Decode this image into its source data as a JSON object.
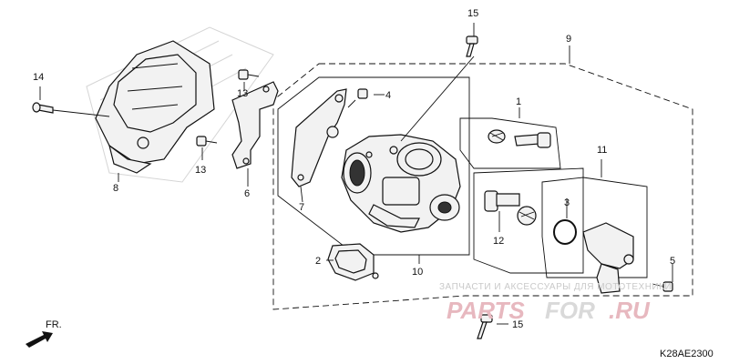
{
  "diagram": {
    "code": "K28AE2300",
    "direction": "FR.",
    "callouts": {
      "c1": "1",
      "c2": "2",
      "c3": "3",
      "c4": "4",
      "c5": "5",
      "c6": "6",
      "c7": "7",
      "c8": "8",
      "c9": "9",
      "c10": "10",
      "c11": "11",
      "c12": "12",
      "c13a": "13",
      "c13b": "13",
      "c14": "14",
      "c15a": "15",
      "c15b": "15"
    }
  },
  "watermark": {
    "caption": "ЗАПЧАСТИ И АКСЕССУАРЫ ДЛЯ МОТОТЕХНИКИ",
    "brand_left": "PARTS",
    "brand_mid": "FOR",
    "brand_right": ".RU",
    "colors": {
      "brand": "#e7b8bf",
      "grey": "#d9d9d9"
    }
  }
}
